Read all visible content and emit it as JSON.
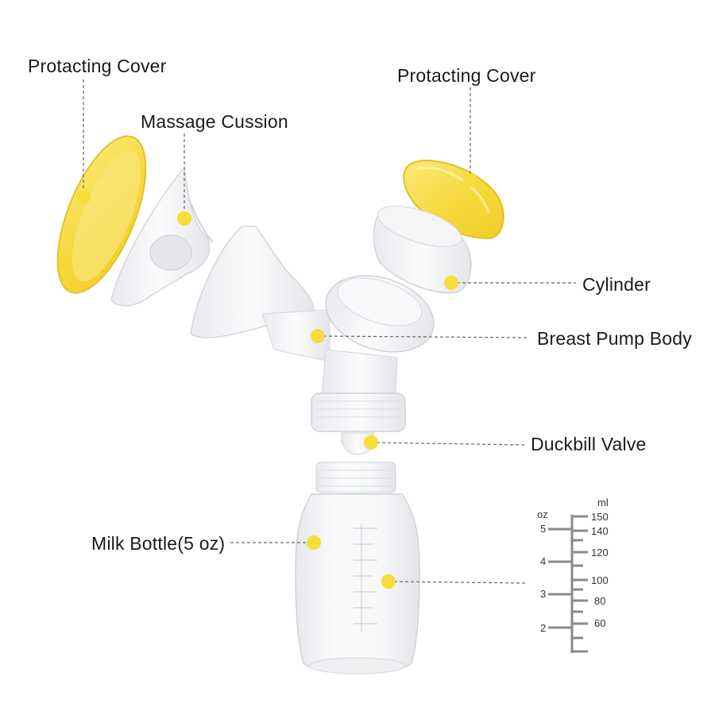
{
  "labels": {
    "protecting_cover_left": "Protacting Cover",
    "massage_cushion": "Massage Cussion",
    "protecting_cover_right": "Protacting Cover",
    "cylinder": "Cylinder",
    "breast_pump_body": "Breast Pump Body",
    "duckbill_valve": "Duckbill Valve",
    "milk_bottle": "Milk Bottle(5 oz)"
  },
  "scale": {
    "oz_unit": "oz",
    "ml_unit": "ml",
    "oz_ticks": [
      "5",
      "4",
      "3",
      "2"
    ],
    "ml_ticks": [
      "150",
      "140",
      "120",
      "100",
      "80",
      "60"
    ]
  },
  "colors": {
    "callout_dot": "#f7dc3a",
    "cover_yellow": "#f8df55",
    "leader_line": "#666666",
    "clear_plastic": "#f2f3f5"
  }
}
